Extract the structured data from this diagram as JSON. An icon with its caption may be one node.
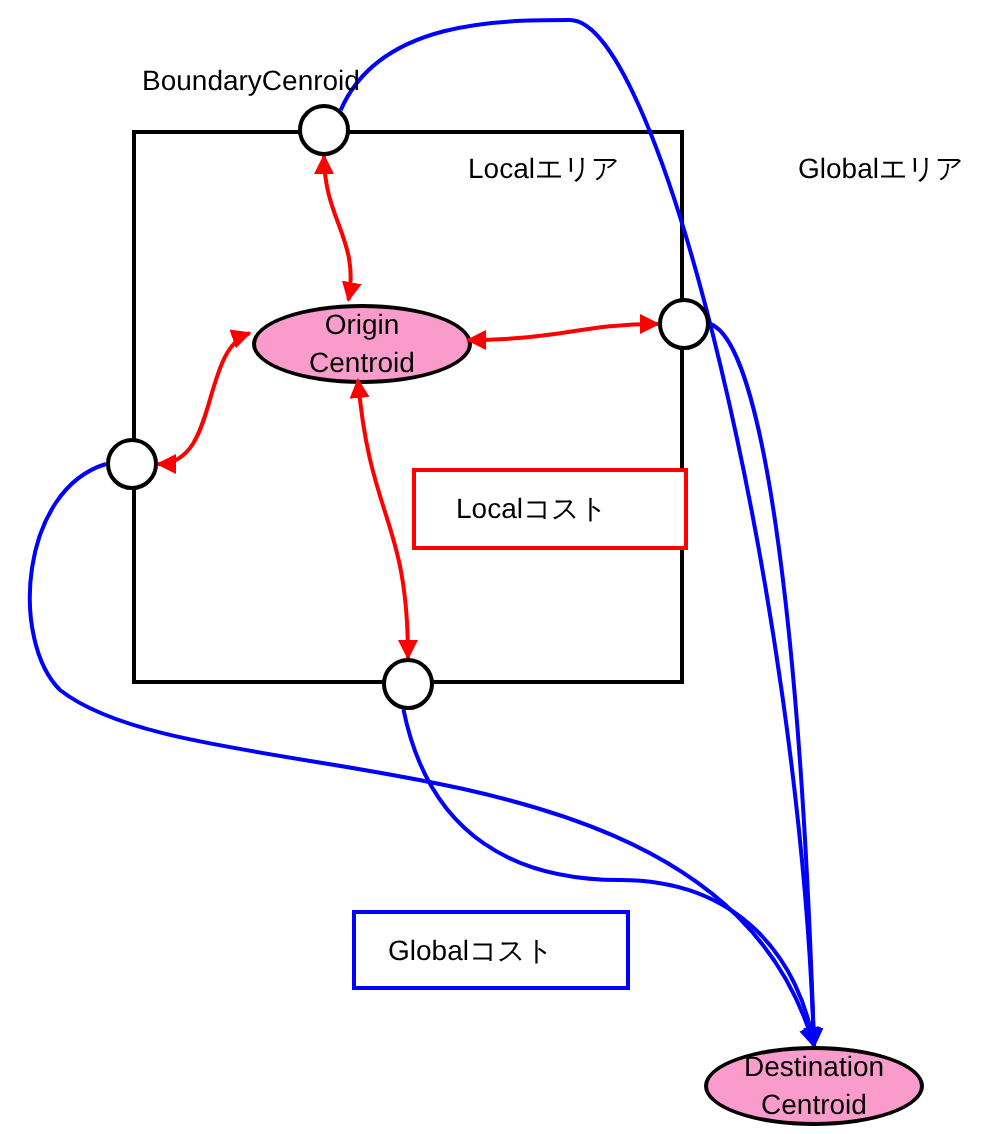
{
  "diagram": {
    "nodes": [
      {
        "text": [
          "Localエリア"
        ]
      },
      {
        "text": [],
        "shape": "circle",
        "beside": [
          "BoundaryCenroid"
        ]
      },
      {
        "text": [
          "Origin Centroid"
        ],
        "in": 0
      },
      {
        "text": [],
        "shape": "circle"
      },
      {
        "text": [],
        "shape": "circle"
      },
      {
        "text": [],
        "shape": "circle"
      },
      {
        "text": [
          "Localコスト"
        ],
        "in": 0
      },
      {
        "text": [
          "Globalコスト"
        ]
      },
      {
        "text": [
          "Destination Centroid"
        ]
      }
    ],
    "edges": [
      {
        "from": 2,
        "to": 1,
        "arrow": "both",
        "color": "#ff0000"
      },
      {
        "from": 2,
        "to": 3,
        "arrow": "both",
        "color": "#ff0000"
      },
      {
        "from": 2,
        "to": 4,
        "arrow": "both",
        "color": "#ff0000"
      },
      {
        "from": 2,
        "to": 5,
        "arrow": "both",
        "color": "#ff0000"
      },
      {
        "from": 1,
        "to": 8,
        "arrow": "to",
        "color": "#0000ff"
      },
      {
        "from": 3,
        "to": 8,
        "arrow": "to",
        "color": "#0000ff"
      },
      {
        "from": 4,
        "to": 8,
        "arrow": "to",
        "color": "#0000ff"
      },
      {
        "from": 5,
        "to": 8,
        "arrow": "to",
        "color": "#0000ff"
      }
    ],
    "labels": [
      "Globalエリア"
    ]
  }
}
